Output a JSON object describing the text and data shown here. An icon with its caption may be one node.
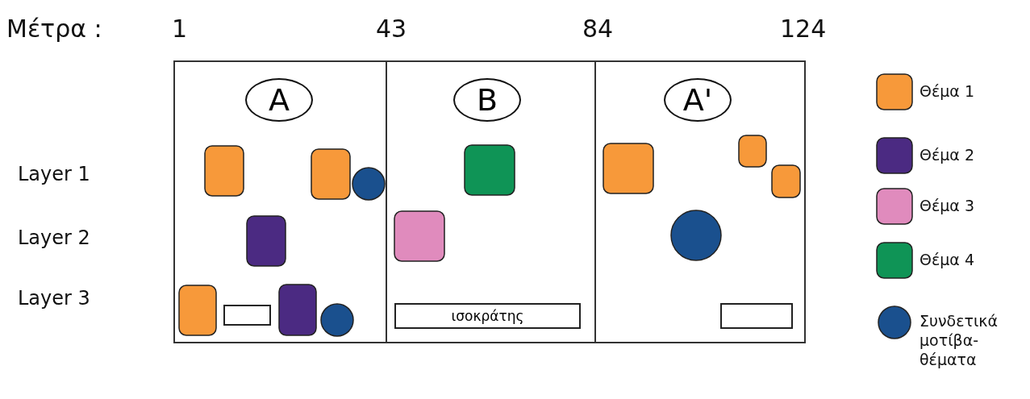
{
  "diagram": {
    "nodes": [
      {
        "text": [],
        "shape": "box"
      },
      {
        "text": [
          "A"
        ],
        "in": 0
      },
      {
        "text": [],
        "shape": "bar",
        "in": 0
      },
      {
        "text": [],
        "shape": "box"
      },
      {
        "text": [
          "B"
        ],
        "in": 3
      },
      {
        "text": [
          "ισοκράτης"
        ],
        "in": 3
      },
      {
        "text": [],
        "shape": "box"
      },
      {
        "text": [
          "A'"
        ],
        "in": 6
      },
      {
        "text": [],
        "shape": "bar",
        "in": 6
      }
    ],
    "labels": [
      "Μέτρα :",
      "1",
      "43",
      "84",
      "124",
      "Layer 1",
      "Layer 2",
      "Layer 3"
    ],
    "legend": [
      {
        "text": "Θέμα 1",
        "color": "#f7993a"
      },
      {
        "text": "Θέμα 2",
        "color": "#4b2a82"
      },
      {
        "text": "Θέμα 3",
        "color": "#e08bbd"
      },
      {
        "text": "Θέμα 4",
        "color": "#0f9456"
      },
      {
        "text": "Συνδετικά μοτίβα-θέματα",
        "color": "#1a508e"
      }
    ]
  }
}
